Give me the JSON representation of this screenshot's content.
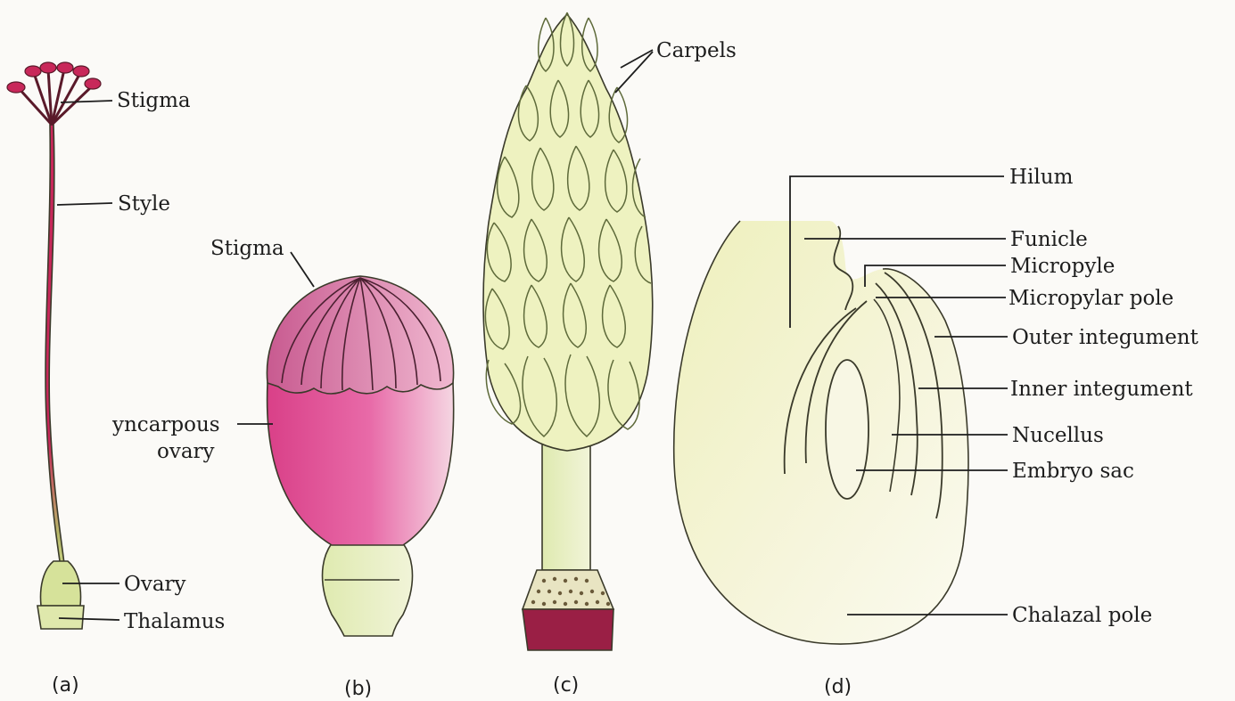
{
  "figures": {
    "a": {
      "caption": "(a)",
      "labels": {
        "stigma": "Stigma",
        "style": "Style",
        "ovary": "Ovary",
        "thalamus": "Thalamus"
      }
    },
    "b": {
      "caption": "(b)",
      "labels": {
        "stigma": "Stigma",
        "ovary_line1": "yncarpous",
        "ovary_line2": "ovary"
      }
    },
    "c": {
      "caption": "(c)",
      "labels": {
        "carpels": "Carpels"
      }
    },
    "d": {
      "caption": "(d)",
      "labels": {
        "hilum": "Hilum",
        "funicle": "Funicle",
        "micropyle": "Micropyle",
        "micropylar_pole": "Micropylar pole",
        "outer_integument": "Outer integument",
        "inner_integument": "Inner integument",
        "nucellus": "Nucellus",
        "embryo_sac": "Embryo sac",
        "chalazal_pole": "Chalazal pole"
      }
    }
  },
  "colors": {
    "pistil_red": "#c8285a",
    "ovary_pink": "#e4559a",
    "carpel_yellow": "#eef2c0",
    "stalk_green": "#d6e6a4",
    "ovule_cream": "#f4f3cf",
    "base_maroon": "#9a1f45"
  }
}
